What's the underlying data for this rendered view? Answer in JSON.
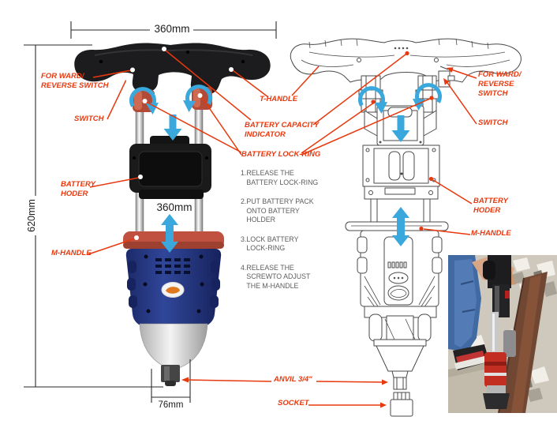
{
  "dimensions": {
    "top_width": "360mm",
    "overall_height": "620mm",
    "adjust_travel": "360mm",
    "head_width": "76mm"
  },
  "callouts": {
    "forward_reverse_left": "FOR WARD/\nREVERSE SWITCH",
    "switch_left": "SWITCH",
    "battery_holder_left": "BATTERY\nHODER",
    "m_handle_left": "M-HANDLE",
    "t_handle": "T-HANDLE",
    "battery_capacity": "BATTERY CAPACITY\nINDICATOR",
    "battery_lock_ring": "BATTERY LOCK-RING",
    "anvil": "ANVIL 3/4\"",
    "socket": "SOCKET",
    "forward_reverse_right": "FOR WARD/\nREVERSE\nSWITCH",
    "switch_right": "SWITCH",
    "battery_holder_right": "BATTERY\nHODER",
    "m_handle_right": "M-HANDLE"
  },
  "instructions": {
    "steps": [
      "1.RELEASE THE\n   BATTERY LOCK-RING",
      "2.PUT BATTERY PACK\n   ONTO BATTERY\n   HOLDER",
      "3.LOCK BATTERY\n   LOCK-RING",
      "4.RELEASE THE\n   SCREWTO ADJUST\n   THE M-HANDLE"
    ]
  },
  "colors": {
    "callout_red": "#e8380d",
    "arrow_blue": "#3aa8dc",
    "tool_body_blue": "#263a8c",
    "m_handle_red": "#bf4c3a",
    "dimension_black": "#1d1d1d",
    "instruction_gray": "#5e5e5e"
  }
}
